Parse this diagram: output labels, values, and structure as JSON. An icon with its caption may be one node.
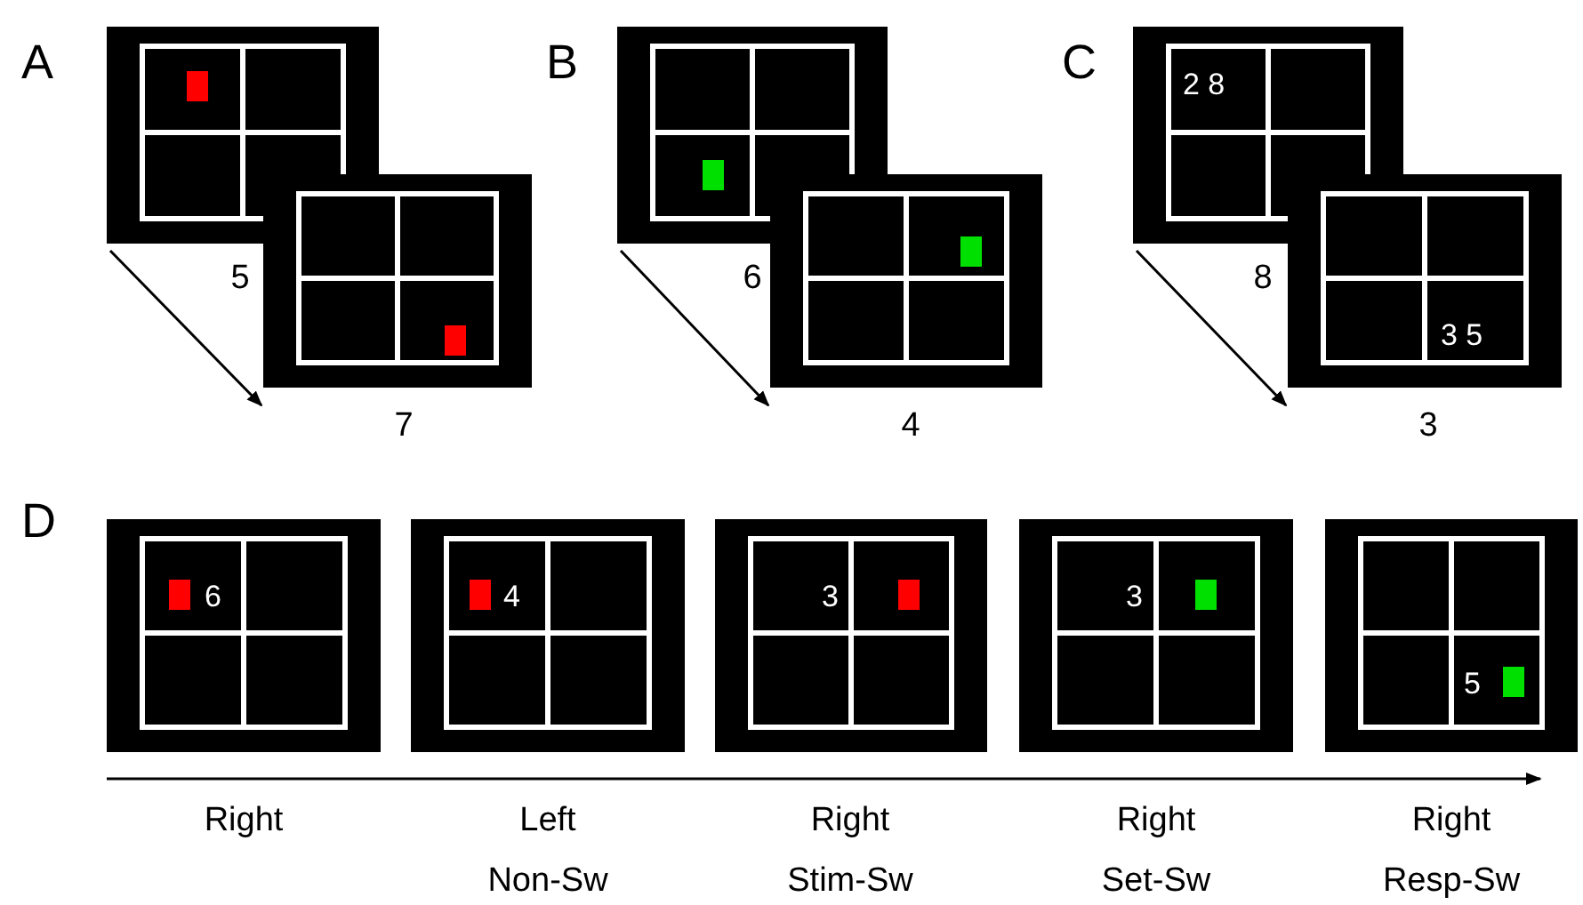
{
  "diagram": {
    "nodes": [
      {
        "text": [],
        "shape": "box",
        "beside": [
          "5"
        ]
      },
      {
        "text": [],
        "shape": "box",
        "beside": [
          "7"
        ]
      },
      {
        "text": [],
        "shape": "box",
        "beside": [
          "6"
        ]
      },
      {
        "text": [],
        "shape": "box",
        "beside": [
          "4"
        ]
      },
      {
        "text": [
          "2 8"
        ],
        "beside": [
          "8"
        ]
      },
      {
        "text": [
          "3 5"
        ],
        "beside": [
          "3"
        ]
      },
      {
        "text": [
          "6"
        ],
        "beside": [
          "Right"
        ]
      },
      {
        "text": [
          "4"
        ],
        "beside": [
          "Left",
          "Non-Sw"
        ]
      },
      {
        "text": [
          "3"
        ],
        "beside": [
          "Right",
          "Stim-Sw"
        ]
      },
      {
        "text": [
          "3"
        ],
        "beside": [
          "Right",
          "Set-Sw"
        ]
      },
      {
        "text": [
          "5"
        ],
        "beside": [
          "Right",
          "Resp-Sw"
        ]
      }
    ],
    "edges": [
      {
        "from": 0,
        "to": 1,
        "arrow": "to"
      },
      {
        "from": 2,
        "to": 3,
        "arrow": "to"
      },
      {
        "from": 4,
        "to": 5,
        "arrow": "to"
      }
    ],
    "labels": [
      "A",
      "B",
      "C",
      "D"
    ]
  }
}
